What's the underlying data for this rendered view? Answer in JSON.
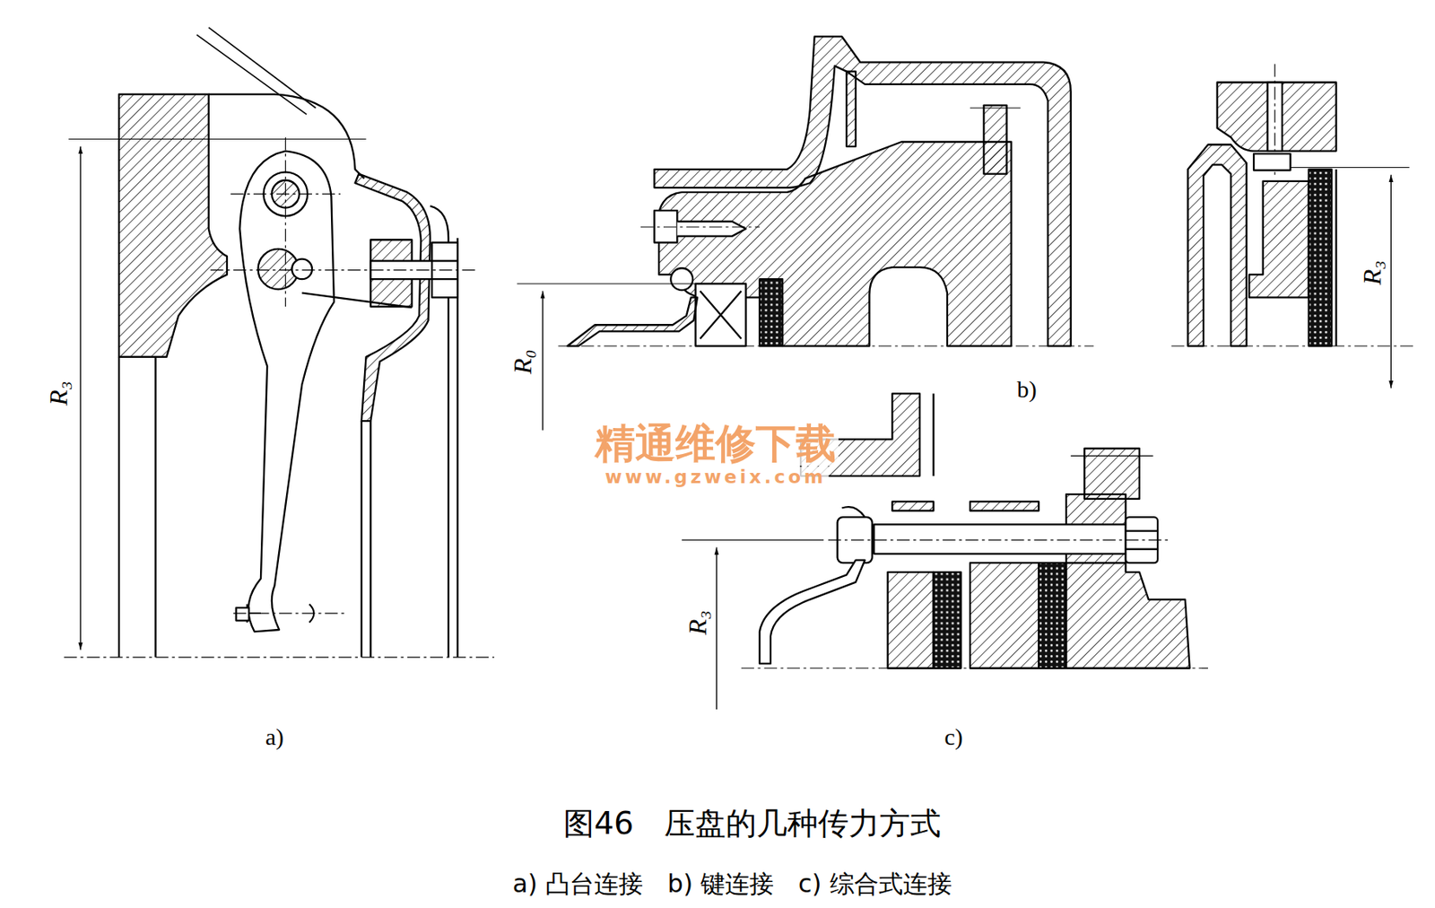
{
  "diagram": {
    "title": "图46　压盘的几种传力方式",
    "caption": "a) 凸台连接　b) 键连接　c) 综合式连接",
    "labels": [
      "R₃",
      "R₀",
      "R₃",
      "R₃",
      "a)",
      "b)",
      "c)",
      "精通维修下载",
      "www.gzweix.com"
    ]
  }
}
